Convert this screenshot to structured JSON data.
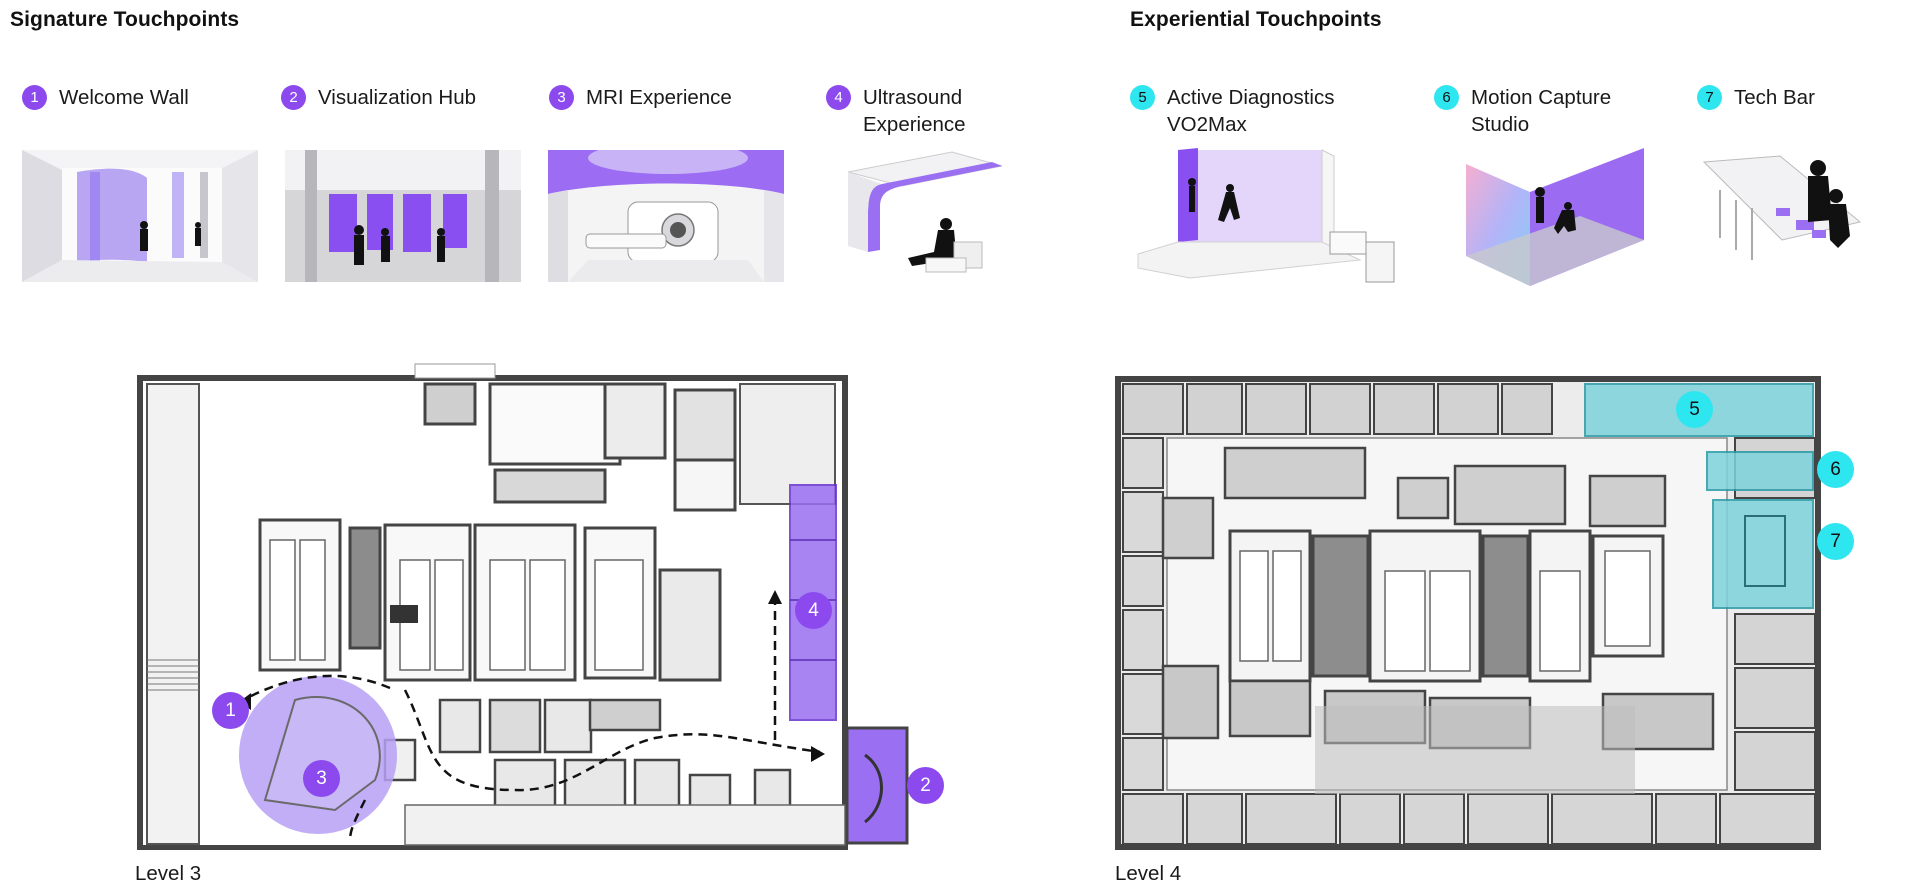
{
  "signature": {
    "title": "Signature Touchpoints",
    "items": [
      {
        "num": "1",
        "lines": [
          "Welcome Wall"
        ]
      },
      {
        "num": "2",
        "lines": [
          "Visualization Hub"
        ]
      },
      {
        "num": "3",
        "lines": [
          "MRI Experience"
        ]
      },
      {
        "num": "4",
        "lines": [
          "Ultrasound",
          "Experience"
        ]
      }
    ],
    "level_label": "Level 3",
    "markers": [
      "1",
      "2",
      "3",
      "4"
    ]
  },
  "experiential": {
    "title": "Experiential Touchpoints",
    "items": [
      {
        "num": "5",
        "lines": [
          "Active Diagnostics",
          "VO2Max"
        ]
      },
      {
        "num": "6",
        "lines": [
          "Motion Capture",
          "Studio"
        ]
      },
      {
        "num": "7",
        "lines": [
          "Tech Bar"
        ]
      }
    ],
    "level_label": "Level 4",
    "markers": [
      "5",
      "6",
      "7"
    ]
  },
  "colors": {
    "purple": "#8c49ee",
    "cyan": "#2ee6f0",
    "wall": "#4a4a4a"
  }
}
